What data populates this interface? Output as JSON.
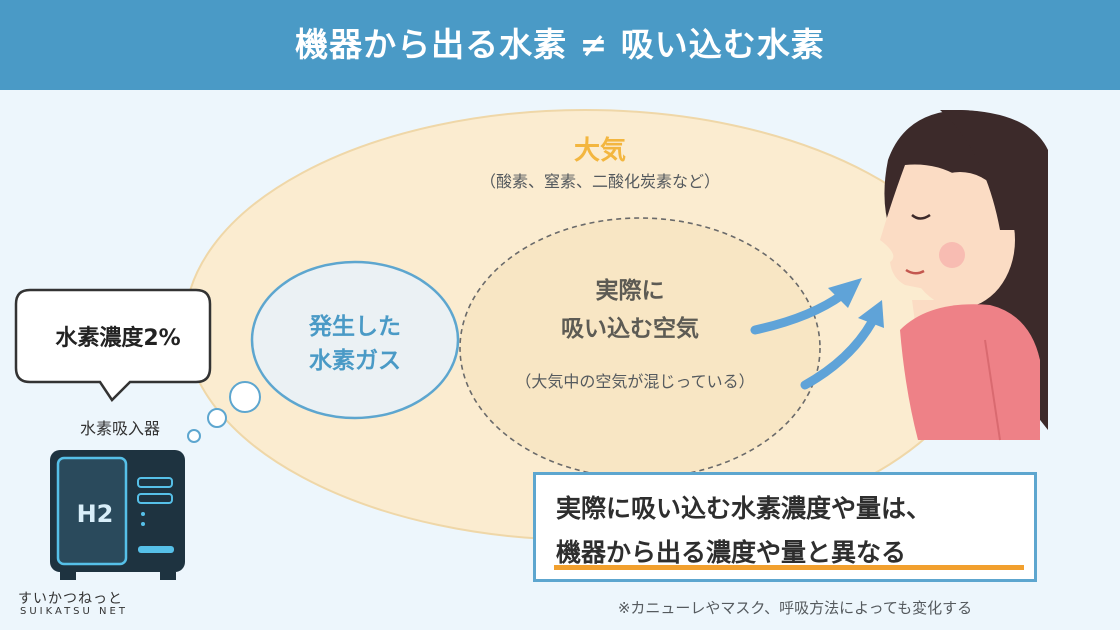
{
  "header": {
    "title": "機器から出る水素 ≠ 吸い込む水素"
  },
  "atmosphere": {
    "title": "大気",
    "subtitle": "（酸素、窒素、二酸化炭素など）"
  },
  "inhaled_air": {
    "title_line1": "実際に",
    "title_line2": "吸い込む空気",
    "subtitle": "（大気中の空気が混じっている）"
  },
  "generated_gas": {
    "line1": "発生した",
    "line2": "水素ガス"
  },
  "device": {
    "bubble_text": "水素濃度2%",
    "label": "水素吸入器",
    "panel_text": "H2"
  },
  "summary": {
    "line1": "実際に吸い込む水素濃度や量は、",
    "line2": "機器から出る濃度や量と異なる"
  },
  "note": "※カニューレやマスク、呼吸方法によっても変化する",
  "logo": {
    "jp": "すいかつねっと",
    "en": "SUIKATSU NET"
  },
  "colors": {
    "header": "#4a9ac6",
    "atmosphere_fill": "#fbecd0",
    "atmosphere_text": "#f3b63f",
    "gas_text": "#4a9ac6",
    "arrow": "#5fa3d8",
    "underline": "#f2a02e"
  }
}
